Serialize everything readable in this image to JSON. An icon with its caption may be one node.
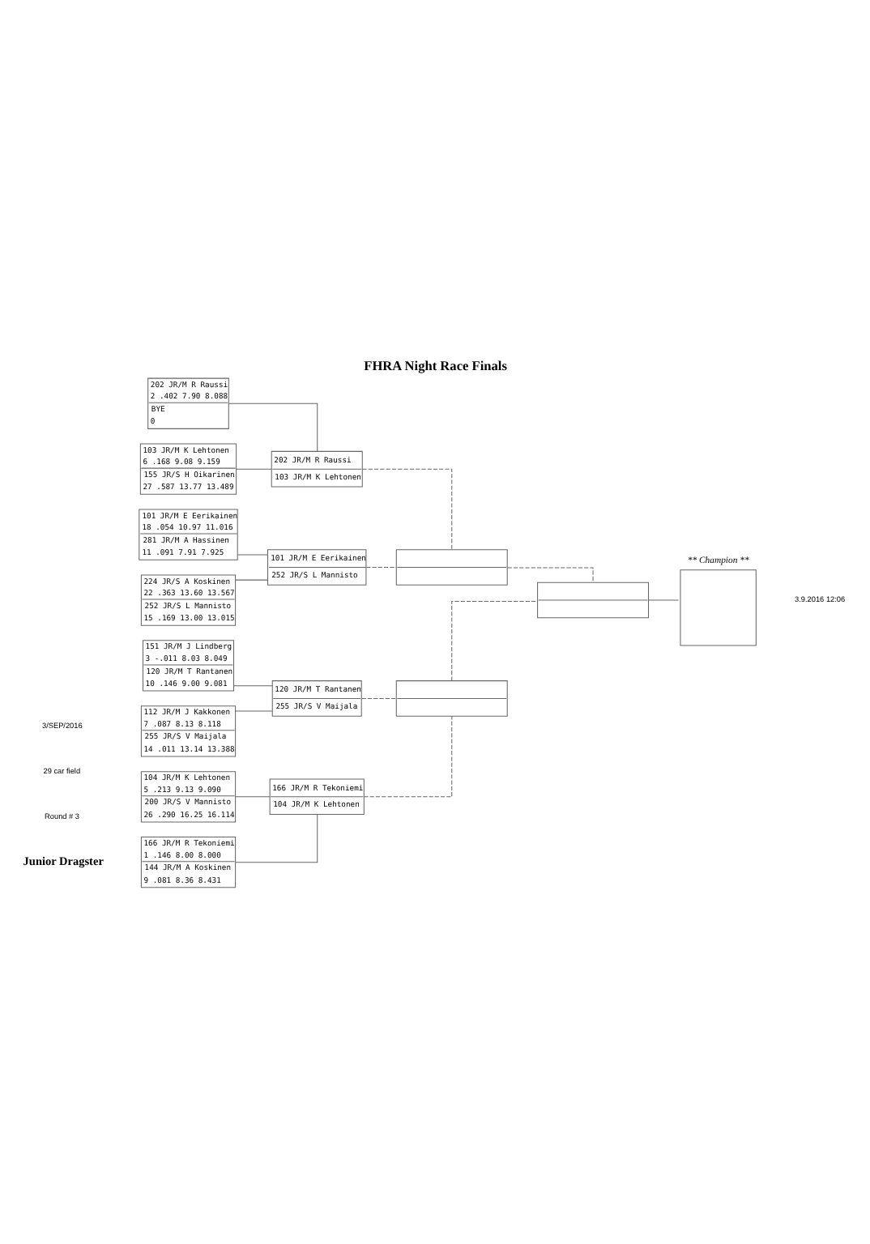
{
  "diagram": {
    "title": "FHRA Night Race Finals",
    "nodes": [
      {
        "text": [
          "166 JR/M R Tekoniemi",
          "1 .146 8.00 8.000",
          "144 JR/M A Koskinen",
          "9 .081 8.36 8.431"
        ]
      },
      {
        "text": [
          "104 JR/M K Lehtonen",
          "5 .213 9.13 9.090",
          "200 JR/S V Mannisto",
          "26 .290 16.25 16.114"
        ]
      },
      {
        "text": [
          "151 JR/M J Lindberg",
          "3 -.011 8.03 8.049",
          "120 JR/M T Rantanen",
          "10 .146 9.00 9.081"
        ]
      },
      {
        "text": [
          "112 JR/M J Kakkonen",
          "7 .087 8.13 8.118",
          "255 JR/S V Maijala",
          "14 .011 13.14 13.388"
        ]
      },
      {
        "text": [
          "202 JR/M R Raussi",
          "2 .402 7.90 8.088",
          "BYE",
          "0"
        ]
      },
      {
        "text": [
          "103 JR/M K Lehtonen",
          "6 .168 9.08 9.159",
          "155 JR/S H Oikarinen",
          "27 .587 13.77 13.489"
        ]
      },
      {
        "text": [
          "101 JR/M E Eerikainen",
          "18 .054 10.97 11.016",
          "281 JR/M A Hassinen",
          "11 .091 7.91 7.925"
        ]
      },
      {
        "text": [
          "224 JR/S A Koskinen",
          "22 .363 13.60 13.567",
          "252 JR/S L Mannisto",
          "15 .169 13.00 13.015"
        ]
      },
      {
        "text": [
          "166 JR/M R Tekoniemi",
          "104 JR/M K Lehtonen"
        ]
      },
      {
        "text": [
          "120 JR/M T Rantanen",
          "255 JR/S V Maijala"
        ]
      },
      {
        "text": [
          "202 JR/M R Raussi",
          "103 JR/M K Lehtonen"
        ]
      },
      {
        "text": [
          "101 JR/M E Eerikainen",
          "252 JR/S L Mannisto"
        ]
      },
      {
        "text": [],
        "shape": "box"
      },
      {
        "text": [],
        "shape": "box"
      },
      {
        "text": [],
        "shape": "box"
      },
      {
        "text": [
          "** Champion **"
        ]
      }
    ],
    "edges": [
      {
        "from": 0,
        "to": 8,
        "arrow": "none"
      },
      {
        "from": 1,
        "to": 8,
        "arrow": "none"
      },
      {
        "from": 2,
        "to": 9,
        "arrow": "none"
      },
      {
        "from": 3,
        "to": 9,
        "arrow": "none"
      },
      {
        "from": 4,
        "to": 10,
        "arrow": "none"
      },
      {
        "from": 5,
        "to": 10,
        "arrow": "none"
      },
      {
        "from": 6,
        "to": 11,
        "arrow": "none"
      },
      {
        "from": 7,
        "to": 11,
        "arrow": "none"
      },
      {
        "from": 8,
        "to": 12,
        "arrow": "none",
        "style": "dashed"
      },
      {
        "from": 9,
        "to": 12,
        "arrow": "none",
        "style": "dashed"
      },
      {
        "from": 10,
        "to": 13,
        "arrow": "none",
        "style": "dashed"
      },
      {
        "from": 11,
        "to": 13,
        "arrow": "none",
        "style": "dashed"
      },
      {
        "from": 12,
        "to": 14,
        "arrow": "none",
        "style": "dashed"
      },
      {
        "from": 13,
        "to": 14,
        "arrow": "none",
        "style": "dashed"
      },
      {
        "from": 14,
        "to": 15,
        "arrow": "none"
      }
    ],
    "labels": [
      "3/SEP/2016",
      "29 car field",
      "Round # 3",
      "Junior Dragster",
      "3.9.2016 12:06"
    ]
  }
}
